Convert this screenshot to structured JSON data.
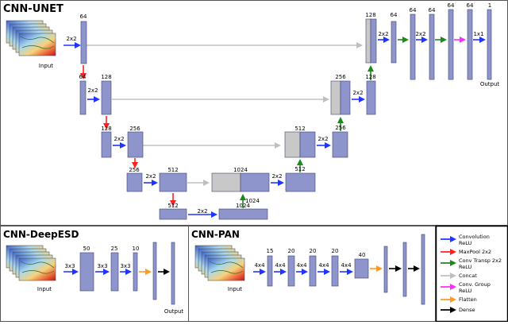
{
  "colors": {
    "block": "#8e95cc",
    "block_stroke": "#3f4470",
    "concat_block": "#c8c8c8",
    "conv": "#1f35ff",
    "maxpool": "#ff2020",
    "convtransp": "#1a8a1a",
    "concat": "#c0c0c0",
    "group": "#ff2aff",
    "flatten": "#ff9a20",
    "dense": "#000000"
  },
  "sections": {
    "unet": "CNN-UNET",
    "deepesd": "CNN-DeepESD",
    "pan": "CNN-PAN"
  },
  "io": {
    "input": "Input",
    "output": "Output"
  },
  "legend": {
    "items": [
      {
        "color": "conv",
        "lines": [
          "Convolution",
          "ReLU"
        ]
      },
      {
        "color": "maxpool",
        "lines": [
          "MaxPool 2x2"
        ]
      },
      {
        "color": "convtransp",
        "lines": [
          "Conv Transp 2x2",
          "ReLU"
        ]
      },
      {
        "color": "concat",
        "lines": [
          "Concat"
        ]
      },
      {
        "color": "group",
        "lines": [
          "Conv. Group",
          "ReLU"
        ]
      },
      {
        "color": "flatten",
        "lines": [
          "Flatten"
        ]
      },
      {
        "color": "dense",
        "lines": [
          "Dense"
        ]
      }
    ]
  },
  "unet": {
    "channels": {
      "l1a": "64",
      "l1b": "64",
      "l2a": "128",
      "l2b": "128",
      "l3a": "256",
      "l3b": "256",
      "l4a": "512",
      "l4b": "512",
      "l5a": "1024",
      "l5b": "1024",
      "u4": "512",
      "u3": "256",
      "u2": "128",
      "uc1": "128",
      "u1a": "64",
      "u1b": "64",
      "g1": "64",
      "g2": "64",
      "out": "1"
    },
    "kernels": {
      "k2": "2x2",
      "k11": "1x1"
    }
  },
  "deepesd": {
    "channels": [
      "50",
      "25",
      "10"
    ],
    "kernel": "3x3"
  },
  "pan": {
    "channels": [
      "15",
      "20",
      "20",
      "20",
      "40"
    ],
    "kernel": "4x4"
  }
}
